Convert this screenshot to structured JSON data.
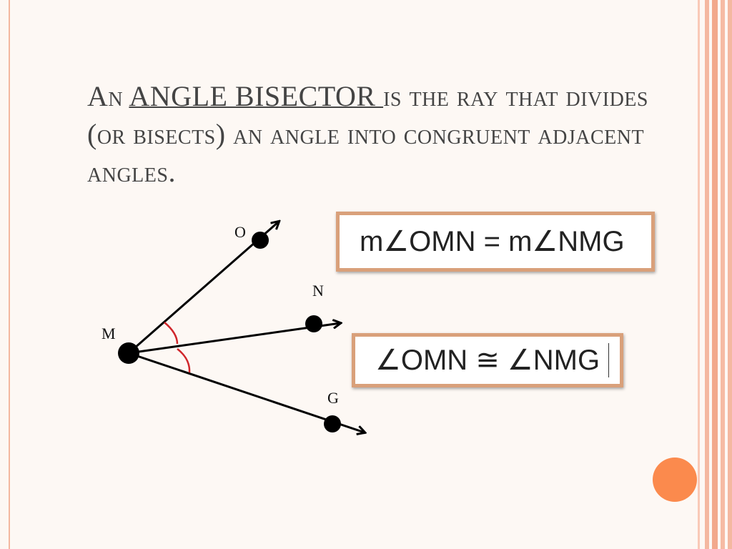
{
  "title": {
    "prefix": "An ",
    "term": "ANGLE BISECTOR ",
    "rest": "is the ray that divides (or bisects) an angle into congruent adjacent angles."
  },
  "points": {
    "o": "O",
    "n": "N",
    "m": "M",
    "g": "G"
  },
  "equations": {
    "measure": "m∠OMN = m∠NMG",
    "congruence": "∠OMN ≅ ∠NMG"
  },
  "colors": {
    "accent": "#fb8a4d",
    "box_border": "#d9a07a",
    "arc": "#d0262b"
  }
}
